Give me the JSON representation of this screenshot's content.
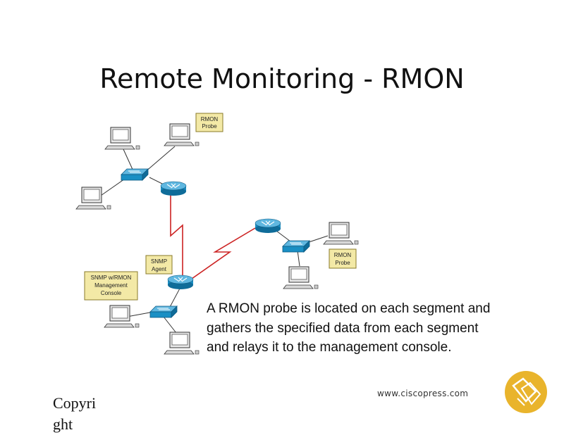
{
  "slide": {
    "title": "Remote Monitoring - RMON",
    "labels": {
      "rmon_probe_top": [
        "RMON",
        "Probe"
      ],
      "rmon_probe_right": [
        "RMON",
        "Probe"
      ],
      "snmp_agent": [
        "SNMP",
        "Agent"
      ],
      "snmp_console": [
        "SNMP w/RMON",
        "Management",
        "Console"
      ]
    },
    "description": [
      "A RMON probe is located on each segment and",
      "gathers the specified data from each segment",
      "and relays it to the management console."
    ],
    "website": "www.ciscopress.com",
    "copyright_fragment": [
      "Copyri",
      "ght"
    ]
  },
  "colors": {
    "wan_link": "#cc2222",
    "device_blue": "#1a8fc4",
    "label_fill": "#f3e9a6",
    "label_border": "#8a7a2a",
    "logo": "#e9b42c"
  },
  "icons": [
    "pc-icon",
    "switch-icon",
    "router-icon",
    "cisco-press-logo-icon"
  ]
}
